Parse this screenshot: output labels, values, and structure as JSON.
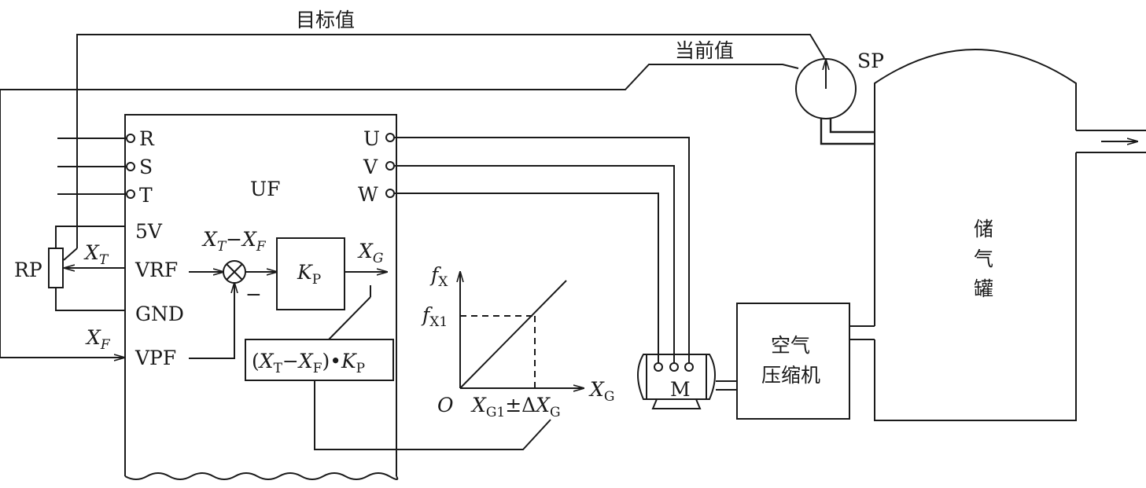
{
  "labels": {
    "target_value": "目标值",
    "current_value": "当前值",
    "sp": "SP",
    "uf": "UF",
    "rp": "RP",
    "tank": [
      "储",
      "气",
      "罐"
    ],
    "compressor": [
      "空气",
      "压缩机"
    ],
    "motor": "M",
    "origin": "O"
  },
  "terminals": {
    "input_left": [
      "R",
      "S",
      "T"
    ],
    "output_right": [
      "U",
      "V",
      "W"
    ],
    "control_left": [
      "5V",
      "VRF",
      "GND",
      "VPF"
    ]
  },
  "signals": {
    "xt": {
      "base": "X",
      "sub": "T"
    },
    "xf": {
      "base": "X",
      "sub": "F"
    },
    "xg": {
      "base": "X",
      "sub": "G"
    },
    "diff": {
      "a": "X",
      "a_sub": "T",
      "op": "−",
      "b": "X",
      "b_sub": "F"
    },
    "minus": "−",
    "kp": {
      "base": "K",
      "sub": "P"
    },
    "formula": {
      "open": "(",
      "a": "X",
      "a_sub": "T",
      "op": "−",
      "b": "X",
      "b_sub": "F",
      "close": ")•",
      "k": "K",
      "k_sub": "P"
    }
  },
  "graph": {
    "y_axis": {
      "base": "f",
      "sub": "X"
    },
    "y_mark": {
      "base": "f",
      "sub": "X1"
    },
    "x_axis": {
      "base": "X",
      "sub": "G"
    },
    "x_mark": {
      "base": "X",
      "sub": "G1",
      "tol": "±Δ",
      "tol_base": "X",
      "tol_sub": "G"
    }
  }
}
